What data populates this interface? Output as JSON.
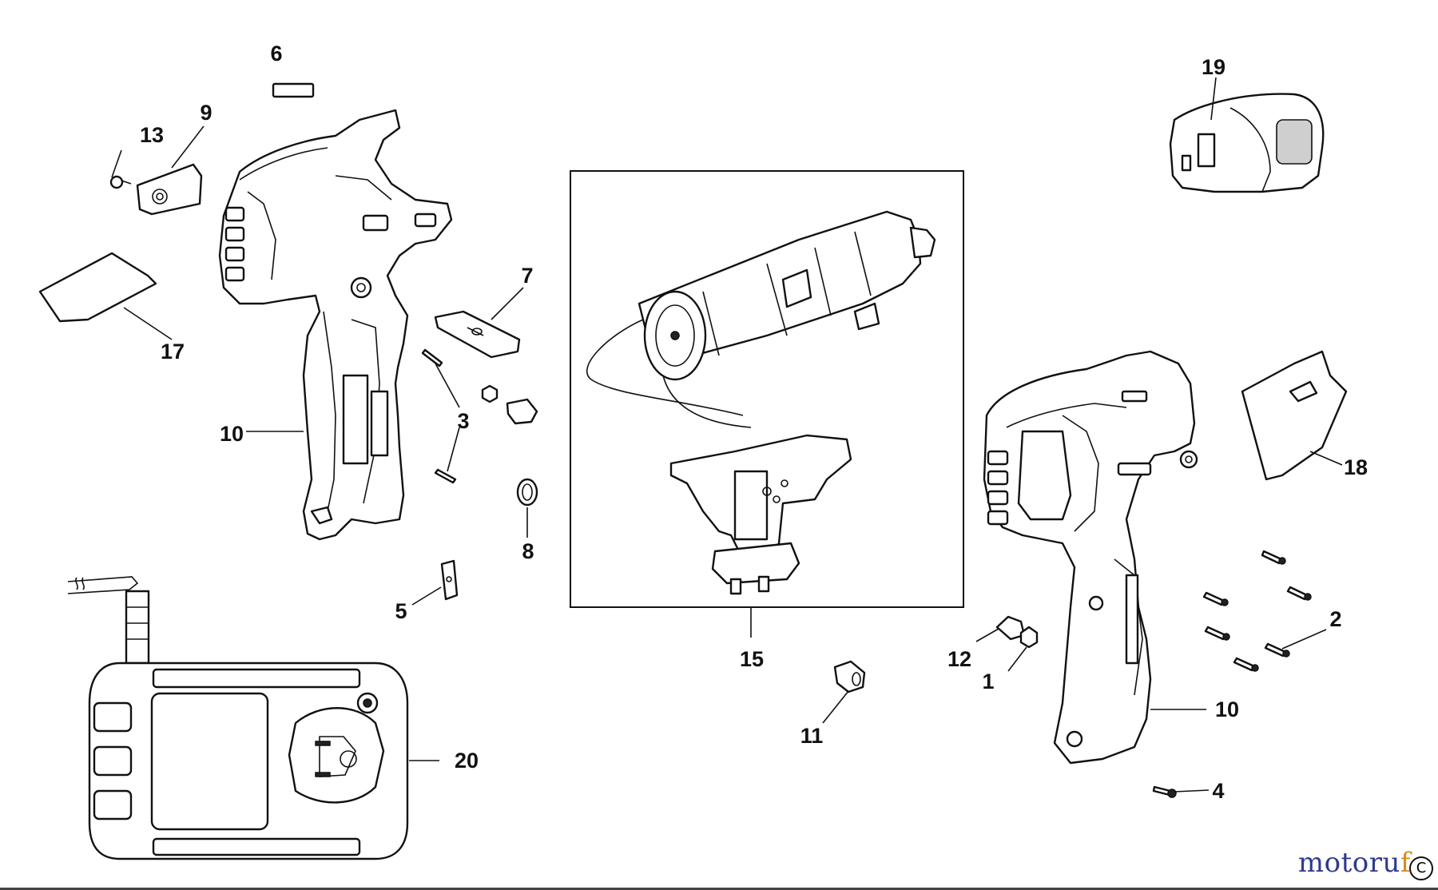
{
  "labels": {
    "l1": "1",
    "l2": "2",
    "l3": "3",
    "l4": "4",
    "l5": "5",
    "l6": "6",
    "l7": "7",
    "l8": "8",
    "l9": "9",
    "l10a": "10",
    "l10b": "10",
    "l11": "11",
    "l12": "12",
    "l13": "13",
    "l15": "15",
    "l17": "17",
    "l18": "18",
    "l19": "19",
    "l20": "20"
  },
  "watermark": {
    "brand_part1": "motoru",
    "brand_part2": "f",
    "copyright_symbol": "C",
    "colors": {
      "part1": "#2e3a8c",
      "part2": "#d98b1a"
    }
  }
}
